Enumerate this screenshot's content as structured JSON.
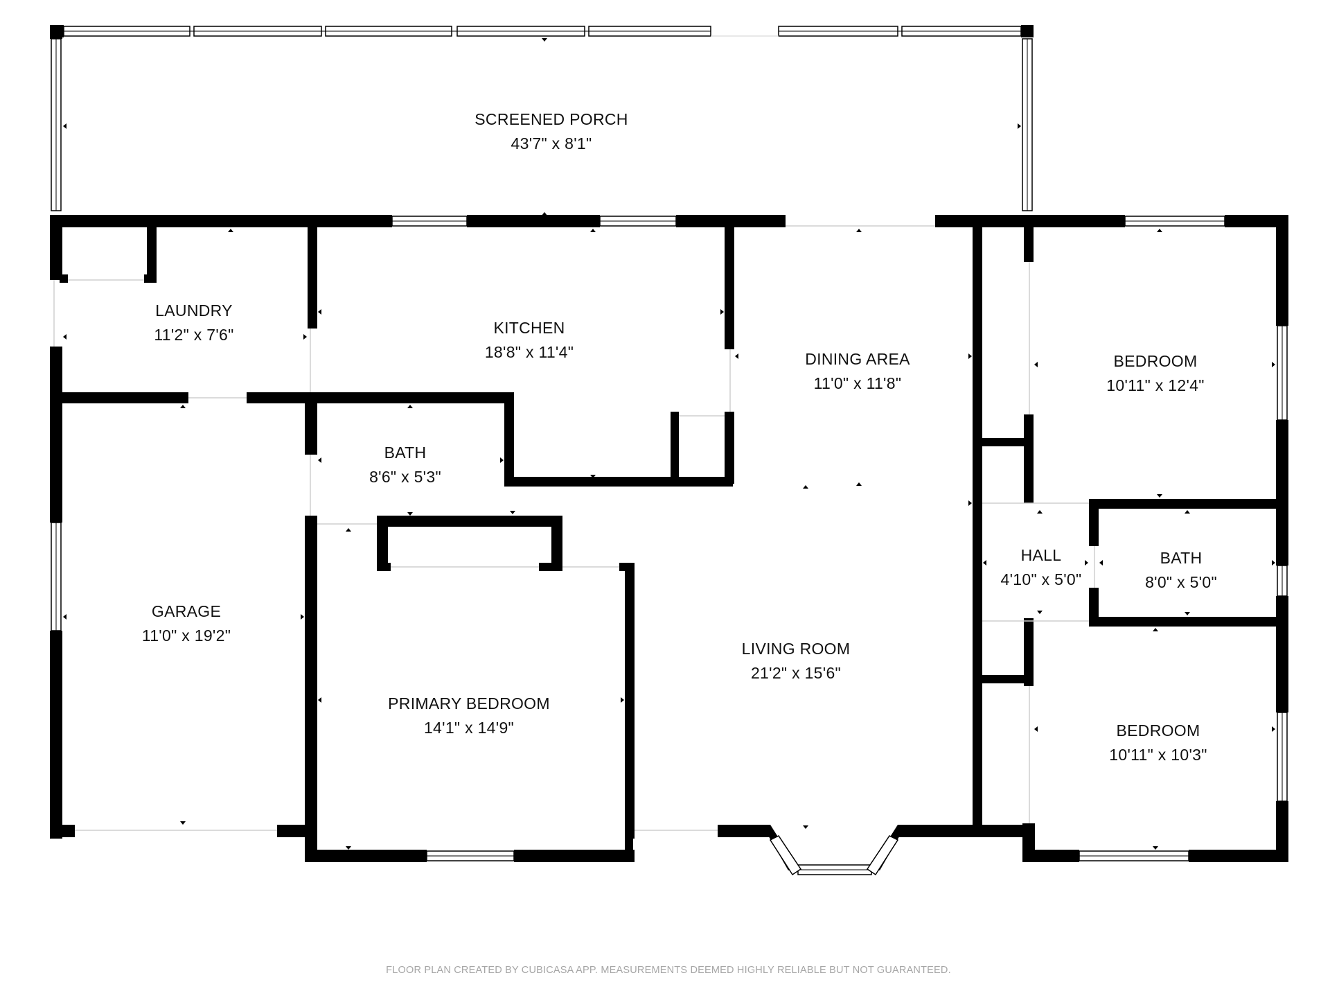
{
  "rooms": [
    {
      "id": "screened-porch",
      "name": "SCREENED PORCH",
      "dims": "43'7\" x 8'1\""
    },
    {
      "id": "laundry",
      "name": "LAUNDRY",
      "dims": "11'2\" x 7'6\""
    },
    {
      "id": "kitchen",
      "name": "KITCHEN",
      "dims": "18'8\" x 11'4\""
    },
    {
      "id": "dining-area",
      "name": "DINING AREA",
      "dims": "11'0\" x 11'8\""
    },
    {
      "id": "bedroom-1",
      "name": "BEDROOM",
      "dims": "10'11\" x 12'4\""
    },
    {
      "id": "bath-1",
      "name": "BATH",
      "dims": "8'6\" x 5'3\""
    },
    {
      "id": "hall",
      "name": "HALL",
      "dims": "4'10\" x 5'0\""
    },
    {
      "id": "bath-2",
      "name": "BATH",
      "dims": "8'0\" x 5'0\""
    },
    {
      "id": "garage",
      "name": "GARAGE",
      "dims": "11'0\" x 19'2\""
    },
    {
      "id": "living-room",
      "name": "LIVING ROOM",
      "dims": "21'2\" x 15'6\""
    },
    {
      "id": "primary-bedroom",
      "name": "PRIMARY BEDROOM",
      "dims": "14'1\" x 14'9\""
    },
    {
      "id": "bedroom-2",
      "name": "BEDROOM",
      "dims": "10'11\" x 10'3\""
    }
  ],
  "footer": "FLOOR PLAN CREATED BY CUBICASA APP. MEASUREMENTS DEEMED HIGHLY RELIABLE BUT NOT GUARANTEED.",
  "colors": {
    "wall": "#000000",
    "text": "#111111",
    "footer": "#a6a6a6",
    "background": "#ffffff"
  }
}
